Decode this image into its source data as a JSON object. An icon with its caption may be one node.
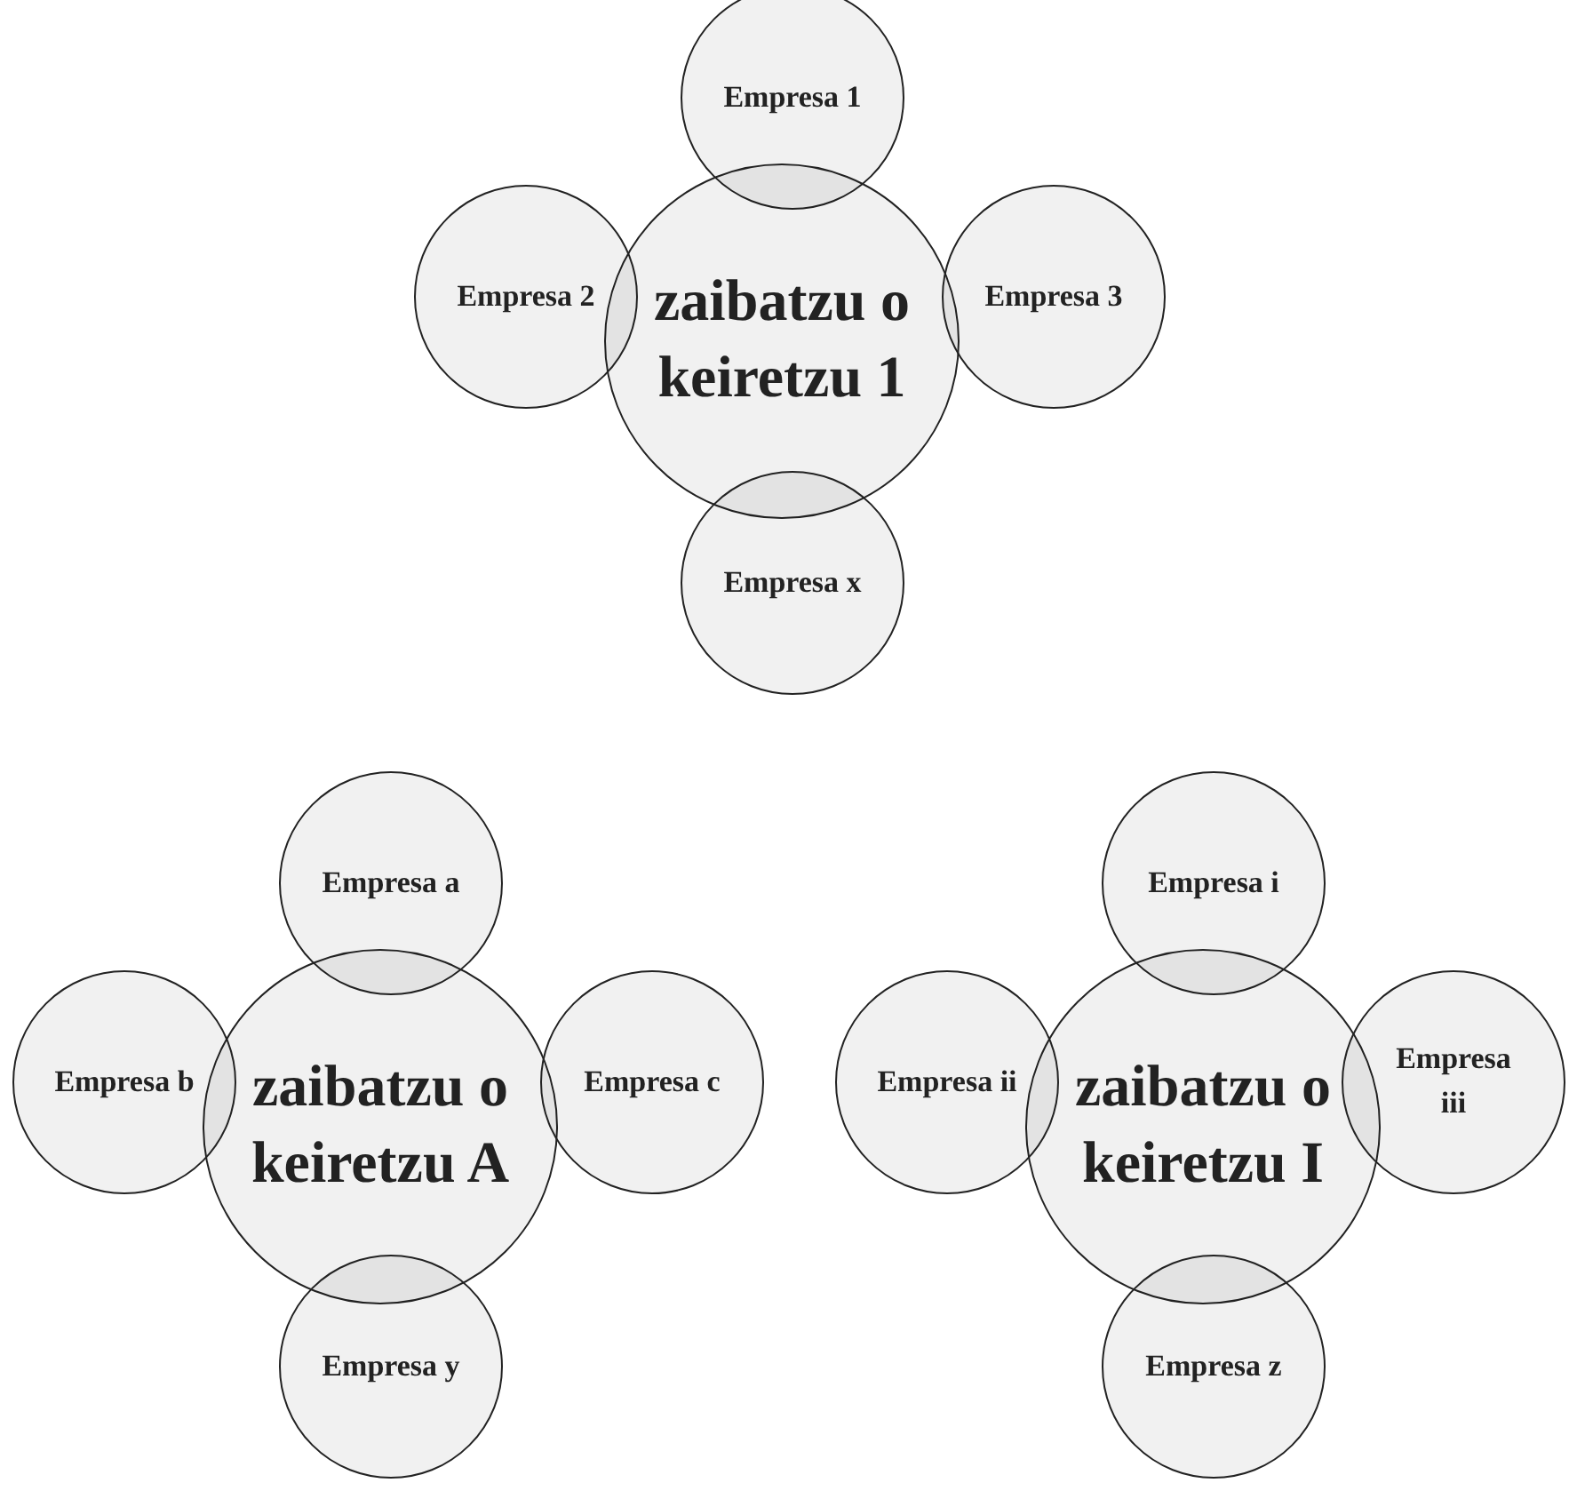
{
  "diagram": {
    "nodes": [
      {
        "text": [
          "Empresa 1"
        ]
      },
      {
        "text": [
          "zaibatzu o keiretzu 1"
        ]
      },
      {
        "text": [
          "Empresa 2"
        ]
      },
      {
        "text": [
          "Empresa 3"
        ]
      },
      {
        "text": [
          "Empresa x"
        ]
      },
      {
        "text": [
          "Empresa a"
        ]
      },
      {
        "text": [
          "Empresa i"
        ]
      },
      {
        "text": [
          "zaibatzu o keiretzu A"
        ]
      },
      {
        "text": [
          "Empresa b"
        ]
      },
      {
        "text": [
          "Empresa c"
        ]
      },
      {
        "text": [
          "zaibatzu o keiretzu I"
        ]
      },
      {
        "text": [
          "Empresa ii"
        ]
      },
      {
        "text": [
          "Empresa iii"
        ]
      },
      {
        "text": [
          "Empresa y"
        ]
      },
      {
        "text": [
          "Empresa z"
        ]
      }
    ]
  }
}
